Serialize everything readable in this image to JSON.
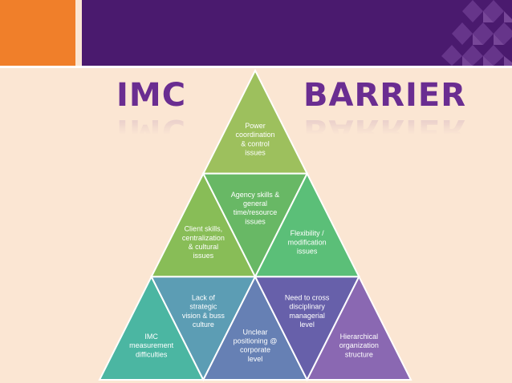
{
  "title_left": "IMC",
  "title_right": "BARRIER",
  "colors": {
    "orange": "#f07f2a",
    "purple": "#4a1a6e",
    "title": "#6a2d91",
    "background": "#fbe6d3"
  },
  "triangles": [
    {
      "key": "t1",
      "lines": [
        "Power",
        "coordination",
        "&  control",
        "issues"
      ],
      "color": "#9dc05d"
    },
    {
      "key": "t2",
      "lines": [
        "Client skills,",
        "centralization",
        "& cultural",
        "issues"
      ],
      "color": "#88bd57"
    },
    {
      "key": "t3",
      "lines": [
        "Agency skills &",
        "general",
        "time/resource",
        "issues"
      ],
      "color": "#68b865"
    },
    {
      "key": "t4",
      "lines": [
        "Flexibility /",
        "modification",
        "issues"
      ],
      "color": "#5bbf78"
    },
    {
      "key": "t5",
      "lines": [
        "IMC",
        "measurement",
        "difficulties"
      ],
      "color": "#4bb6a2"
    },
    {
      "key": "t6",
      "lines": [
        "Lack of",
        "strategic",
        "vision & buss",
        "culture"
      ],
      "color": "#5c9db4"
    },
    {
      "key": "t7",
      "lines": [
        "Unclear",
        "positioning @",
        "corporate",
        "level"
      ],
      "color": "#6680b4"
    },
    {
      "key": "t8",
      "lines": [
        "Need to cross",
        "disciplinary",
        "managerial",
        "level"
      ],
      "color": "#6760aa"
    },
    {
      "key": "t9",
      "lines": [
        "Hierarchical",
        "organization",
        "structure"
      ],
      "color": "#8a68b2"
    }
  ]
}
